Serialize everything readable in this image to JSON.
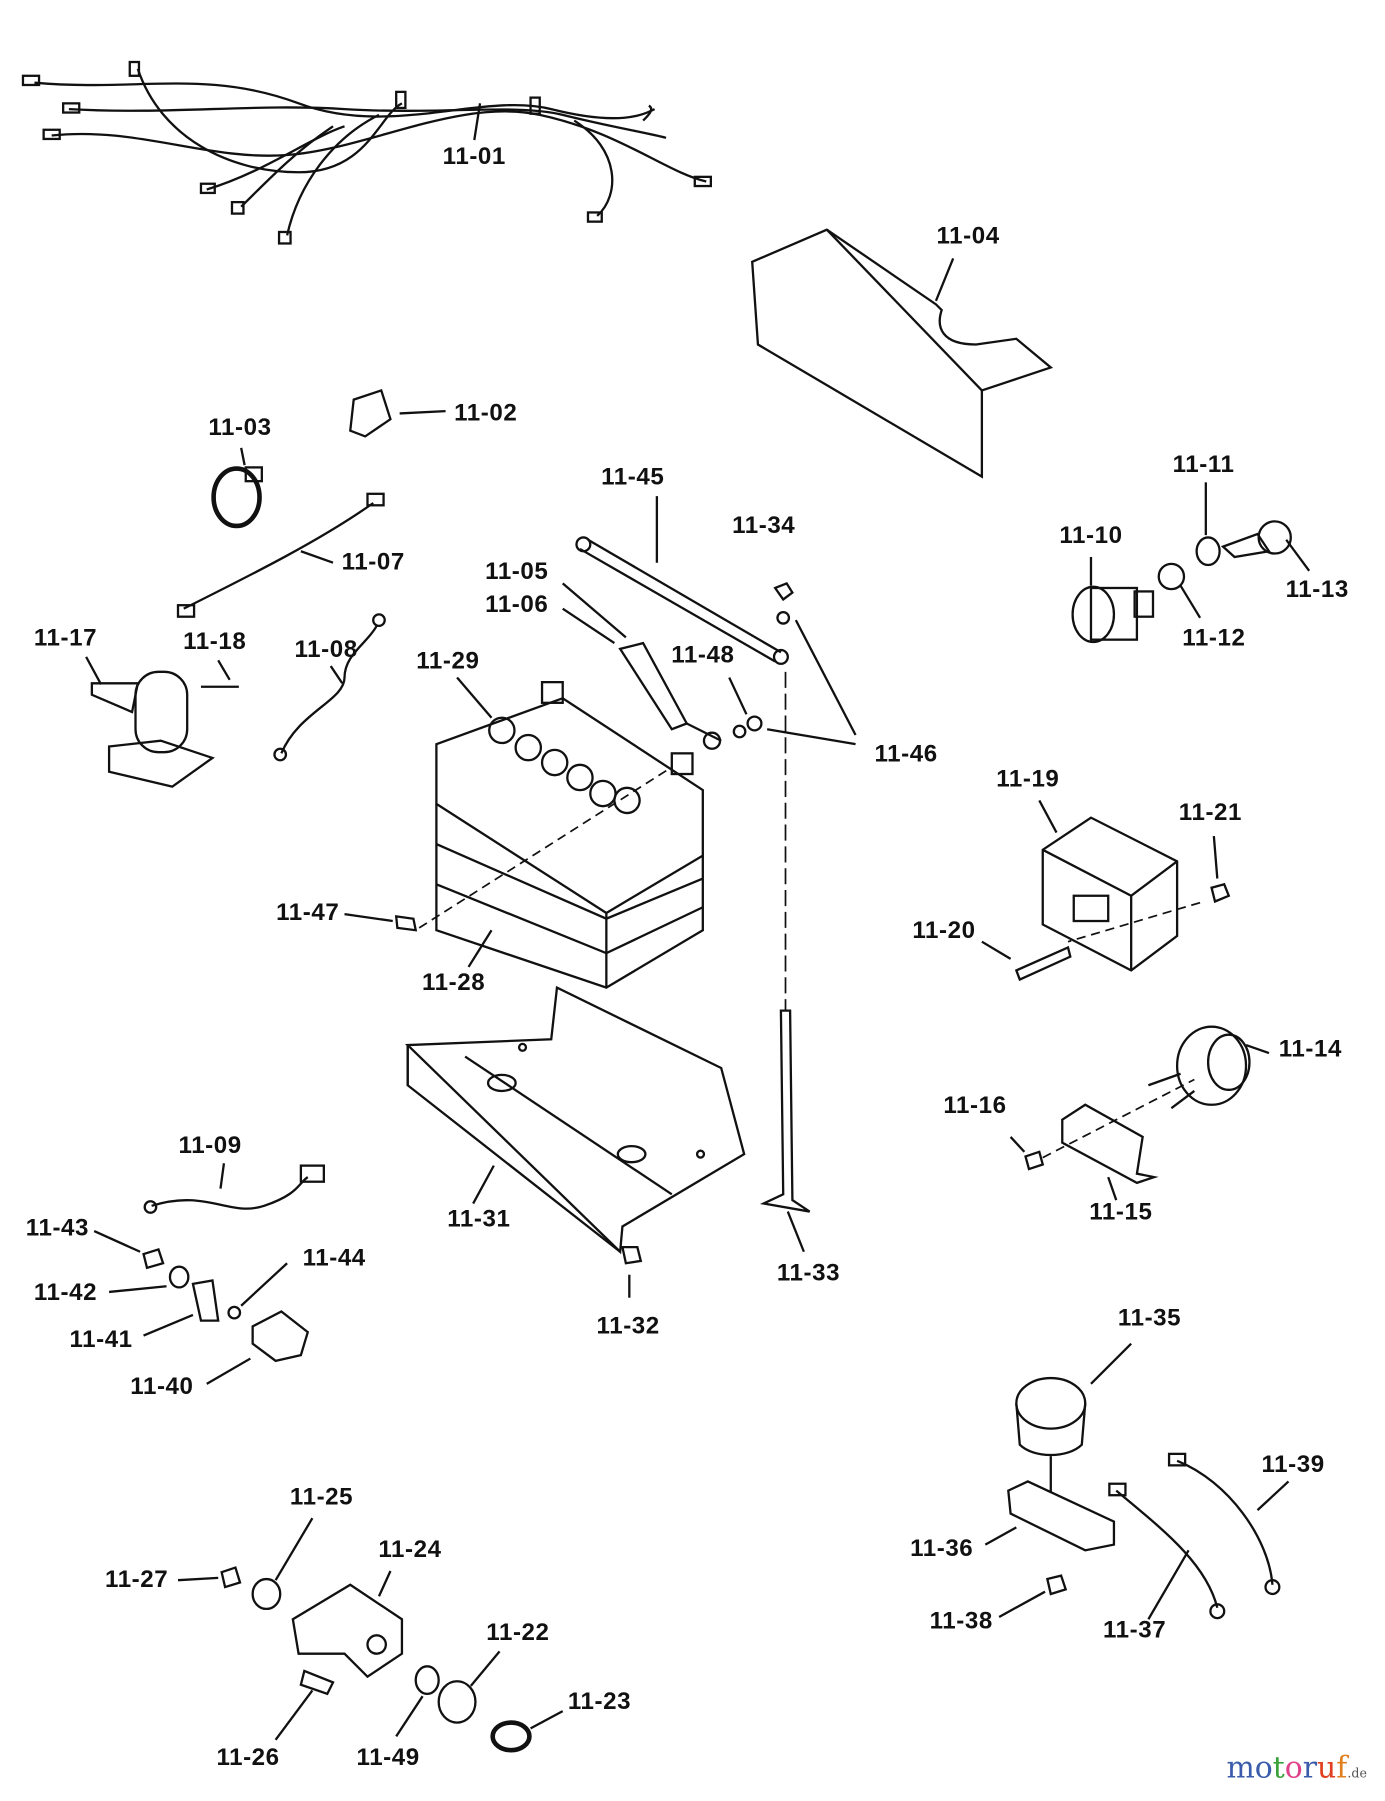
{
  "labels": [
    "11-01",
    "11-02",
    "11-03",
    "11-04",
    "11-05",
    "11-06",
    "11-07",
    "11-08",
    "11-09",
    "11-10",
    "11-11",
    "11-12",
    "11-13",
    "11-14",
    "11-15",
    "11-16",
    "11-17",
    "11-18",
    "11-19",
    "11-20",
    "11-21",
    "11-22",
    "11-23",
    "11-24",
    "11-25",
    "11-26",
    "11-27",
    "11-28",
    "11-29",
    "11-31",
    "11-32",
    "11-33",
    "11-34",
    "11-35",
    "11-36",
    "11-37",
    "11-38",
    "11-39",
    "11-40",
    "11-41",
    "11-42",
    "11-43",
    "11-44",
    "11-45",
    "11-46",
    "11-47",
    "11-48",
    "11-49"
  ],
  "watermark": {
    "name": "motoruf",
    "tld": ".de",
    "colors": [
      "#3b5bab",
      "#3b5bab",
      "#3aa03a",
      "#e0408a",
      "#3b5bab",
      "#e04020",
      "#e08020",
      "#e0b020"
    ]
  }
}
